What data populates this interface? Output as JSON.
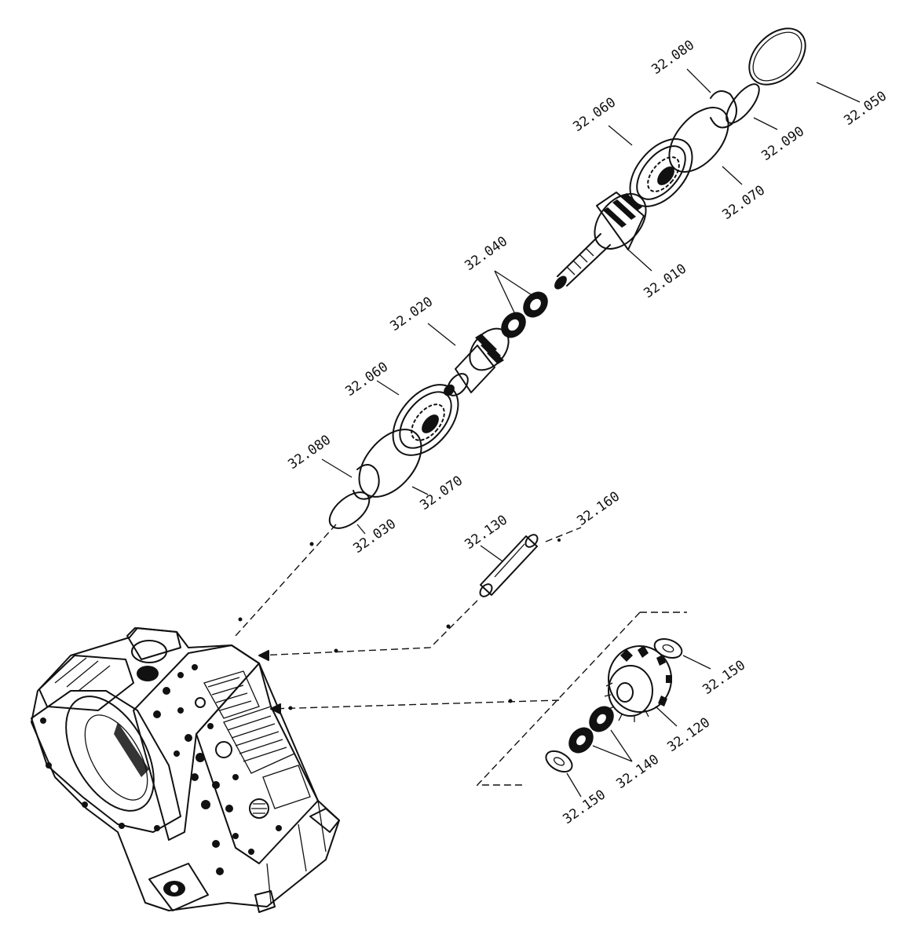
{
  "labels": {
    "l_32050": "32.050",
    "l_32080_top": "32.080",
    "l_32060_top": "32.060",
    "l_32090": "32.090",
    "l_32070_top": "32.070",
    "l_32010": "32.010",
    "l_32040": "32.040",
    "l_32020": "32.020",
    "l_32060_mid": "32.060",
    "l_32080_low": "32.080",
    "l_32070_low": "32.070",
    "l_32030": "32.030",
    "l_32130": "32.130",
    "l_32160": "32.160",
    "l_32150_right": "32.150",
    "l_32120": "32.120",
    "l_32140": "32.140",
    "l_32150_low": "32.150"
  }
}
